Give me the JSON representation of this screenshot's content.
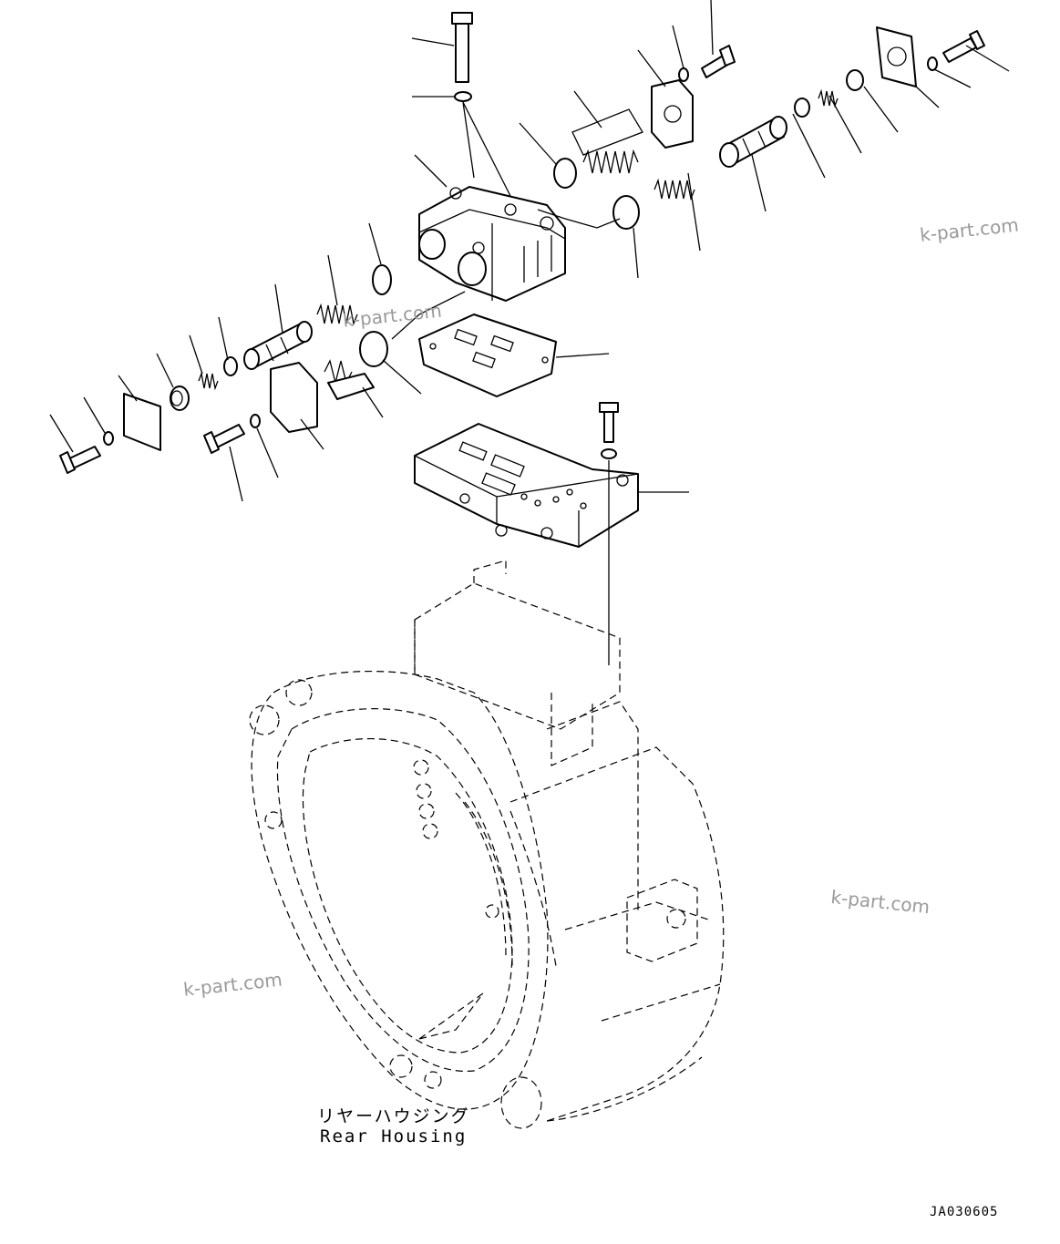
{
  "housing_label_ja": "リヤーハウジング",
  "housing_label_en": "Rear Housing",
  "drawing_code": "JA030605",
  "watermarks": [
    "k-part.com",
    "k-part.com",
    "k-part.com",
    "k-part.com"
  ],
  "colors": {
    "line": "#000000",
    "watermark": "#9a9a9a",
    "background": "#ffffff"
  }
}
